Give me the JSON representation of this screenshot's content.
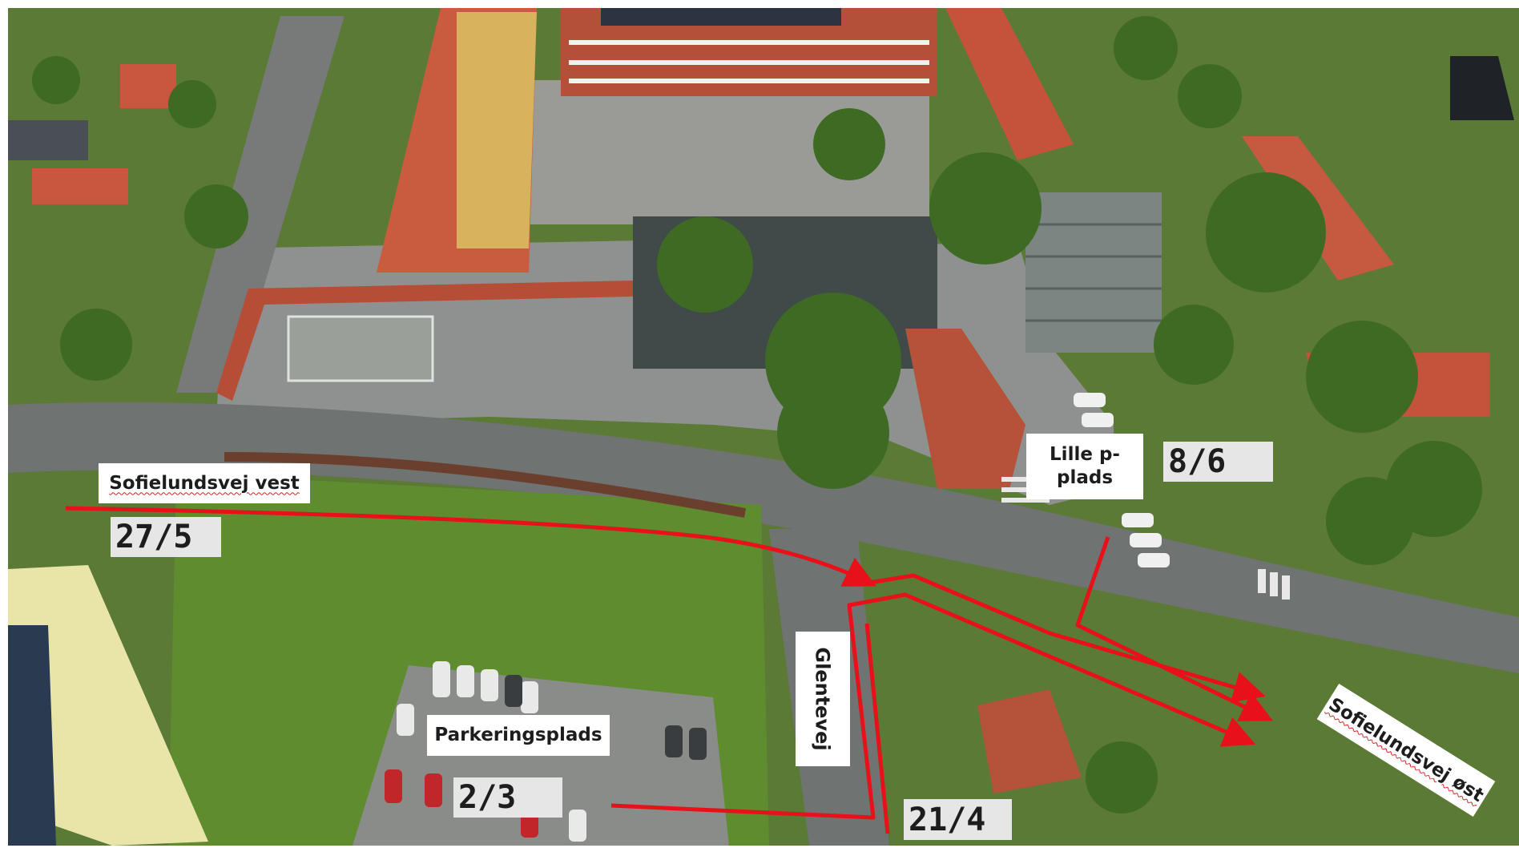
{
  "map": {
    "kind": "aerial photograph with traffic annotations",
    "colors": {
      "route": "#e8111a",
      "label_bg": "#ffffff",
      "count_bg": "#e6e6e6"
    }
  },
  "labels": {
    "road_west": "Sofielundsvej vest",
    "road_east": "Sofielundsvej øst",
    "side_road": "Glentevej",
    "small_lot": "Lille p-\nplads",
    "parking_lot": "Parkeringsplads"
  },
  "counts": {
    "west": "27/5",
    "small_lot": "8/6",
    "parking": "2/3",
    "glentevej": "21/4"
  }
}
